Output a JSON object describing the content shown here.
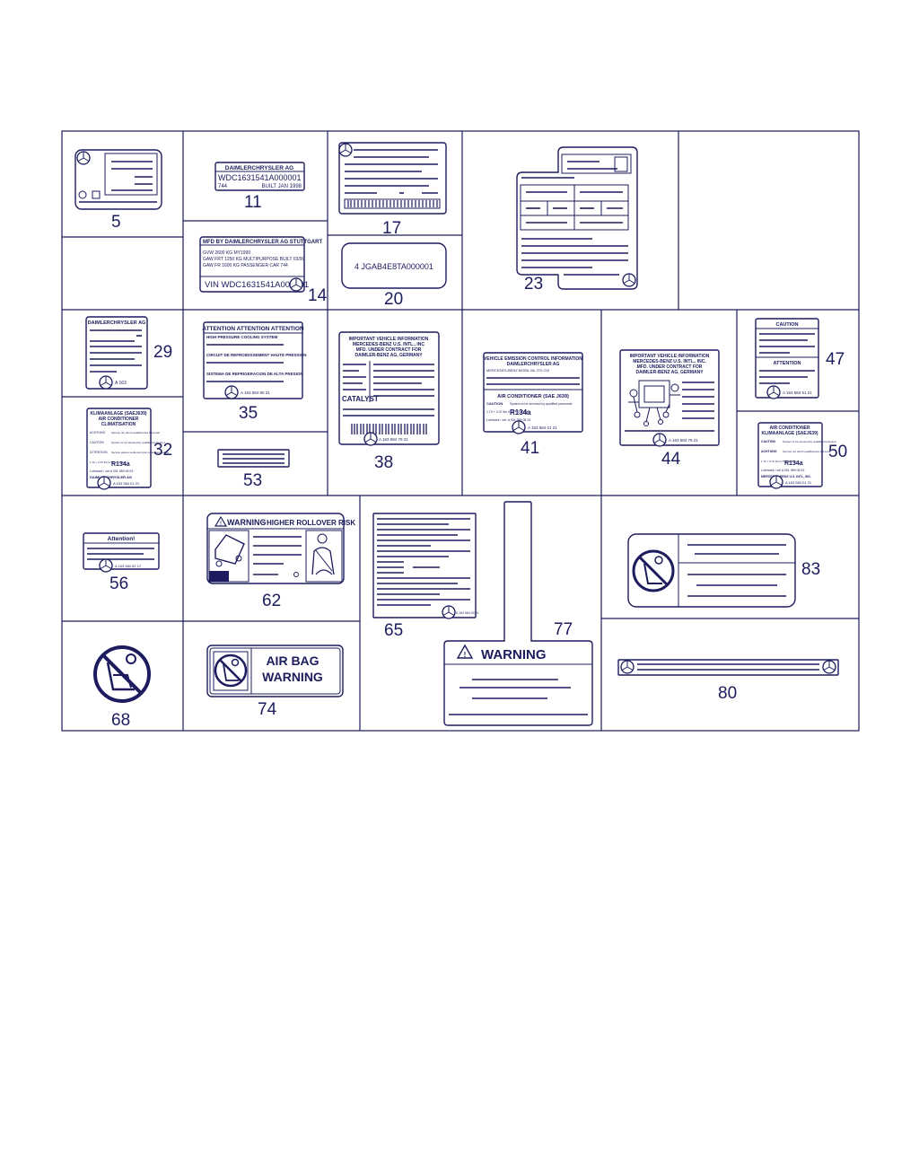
{
  "callouts": {
    "c5": "5",
    "c11": "11",
    "c17": "17",
    "c23": "23",
    "c14": "14",
    "c20": "20",
    "c29": "29",
    "c35": "35",
    "c38": "38",
    "c41": "41",
    "c44": "44",
    "c47": "47",
    "c32": "32",
    "c53": "53",
    "c50": "50",
    "c56": "56",
    "c62": "62",
    "c65": "65",
    "c77": "77",
    "c83": "83",
    "c68": "68",
    "c74": "74",
    "c80": "80"
  },
  "labels": {
    "l11_brand": "DAIMLERCHRYSLER AG",
    "l11_vin": "WDC1631541A000001",
    "l11_code": "744",
    "l11_built": "BUILT JAN 1998",
    "l14_title": "MFD BY DAIMLERCHRYSLER AG STUTTGART",
    "l14_r1": "GVW        2600 KG             MY1999",
    "l14_r2": "GAW FRT  1250 KG   MULTIPURPOSE  BUILT 03/99",
    "l14_r3": "GAW FR    1600 KG   PASSENGER CAR          744",
    "l14_vin": "VIN WDC1631541A000001",
    "l20_vin": "4 JGAB4E8TA000001",
    "l29_brand": "DAIMLERCHRYSLER AG",
    "l29_part": "A 163",
    "l35_title": "ATTENTION ATTENTION ATTENTION",
    "l35_l1": "HIGH PRESSURE COOLING SYSTEM",
    "l35_l2": "CIRCUIT DE REFROIDISSEMENT HAUTE PRESSION",
    "l35_l3": "SISTEMA DE REFRIGERACION DE ALTA PRESION",
    "l35_part": "A 163 584 90 21",
    "l38_t1": "IMPORTANT VEHICLE INFORMATION",
    "l38_t2": "MERCEDES-BENZ U.S. INTL., INC",
    "l38_t3": "MFD. UNDER CONTRACT FOR",
    "l38_t4": "DAIMLER-BENZ AG, GERMANY",
    "l38_catalyst": "CATALYST",
    "l38_part": "A 163 584 79 21",
    "l41_t1": "VEHICLE EMISSION CONTROL INFORMATION",
    "l41_t2": "DAIMLERCHRYSLER AG",
    "l41_t3": "MERCEDES-BENZ MOBIL   ML 270 CDI",
    "l41_ac": "AIR CONDITIONER   (SAE   J639)",
    "l41_caution": "CAUTION",
    "l41_cautiontext": "System to be serviced by qualified personnel",
    "l41_amount": "1.70 + 0.07 lbs  0.75 + 0.03 kg",
    "l41_refrig": "R134a",
    "l41_lube": "Lubricant / oel:   A 001 989 08 03",
    "l41_part": "A 163 584 01 21",
    "l44_t1": "IMPORTANT VEHICLE INFORMATION",
    "l44_t2": "MERCEDES-BENZ U.S. INTL., INC.",
    "l44_t3": "MFD. UNDER CONTRACT FOR",
    "l44_t4": "DAIMLER-BENZ AG, GERMANY",
    "l44_part": "A 163 584 79 21",
    "l47_caution": "CAUTION",
    "l47_attention": "ATTENTION",
    "l47_part": "A 163 584 51 21",
    "l32_t1": "KLIMAANLAGE (SAEJ639)",
    "l32_t2": "AIR CONDITIONER",
    "l32_t3": "CLIMATISATION",
    "l32_r1a": "ACHTUNG",
    "l32_r1b": "Service nur durch qualifiziertes Personal",
    "l32_r2a": "CAUTION",
    "l32_r2b": "System to be serviced by qualified personnel",
    "l32_r3a": "ATTENTION",
    "l32_r3b": "Service assure seulement par personnel qualifie",
    "l32_amount": "1.70 + 0.07 lbs  0.75 + 0.03 kg",
    "l32_refrig": "R134a",
    "l32_lube": "Lubricant / oel   A 001 989 08 03",
    "l32_brand": "DAIMLERCHRYSLER AG",
    "l32_part": "A 163 584 01 21",
    "l50_t1": "AIR CONDITIONER",
    "l50_t2": "KLIMAANLAGE (SAEJ639)",
    "l50_caution": "CAUTION",
    "l50_cautiontext": "System to be serviced by qualified personnel",
    "l50_achtung": "ACHTUNG",
    "l50_achtungtext": "Service nur durch qualifiziertes Personal",
    "l50_amount": "1.70 + 0.07 lbs  0.75 + 0.03 kg",
    "l50_refrig": "R134a",
    "l50_lube": "Lubricant / oel   A 001 989 08 03",
    "l50_brand": "MERCEDES-BENZ U.S. INTL, INC.",
    "l50_part": "A 163 584 01 21",
    "l56_title": "Attention!",
    "l56_part": "A 163 584 62 17",
    "l62_warning": "WARNING",
    "l62_risk": "HIGHER ROLLOVER RISK",
    "l65_part": "A 163 584 03 21",
    "l77_warning": "WARNING",
    "l74_l1": "AIR BAG",
    "l74_l2": "WARNING"
  }
}
